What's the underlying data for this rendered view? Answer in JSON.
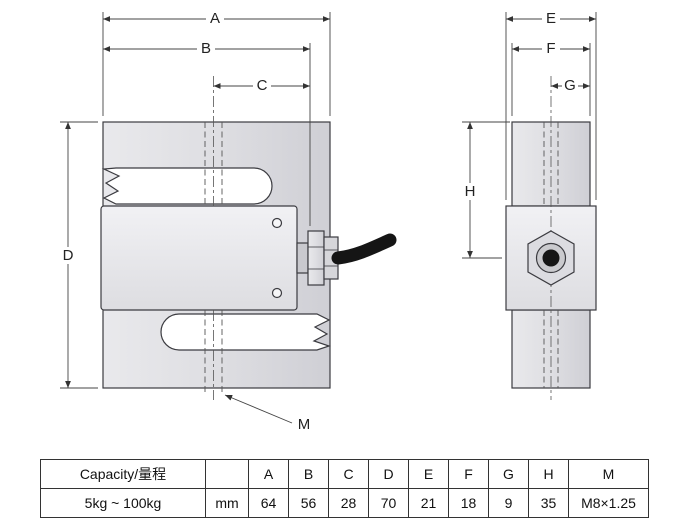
{
  "drawing": {
    "dim_labels": {
      "A": "A",
      "B": "B",
      "C": "C",
      "D": "D",
      "E": "E",
      "F": "F",
      "G": "G",
      "H": "H",
      "M": "M"
    }
  },
  "table": {
    "capacity_header": "Capacity/量程",
    "unit_header": "",
    "dim_columns": [
      "A",
      "B",
      "C",
      "D",
      "E",
      "F",
      "G",
      "H",
      "M"
    ],
    "capacity_value": "5kg ~ 100kg",
    "unit_value": "mm",
    "values": [
      "64",
      "56",
      "28",
      "70",
      "21",
      "18",
      "9",
      "35",
      "M8×1.25"
    ]
  }
}
